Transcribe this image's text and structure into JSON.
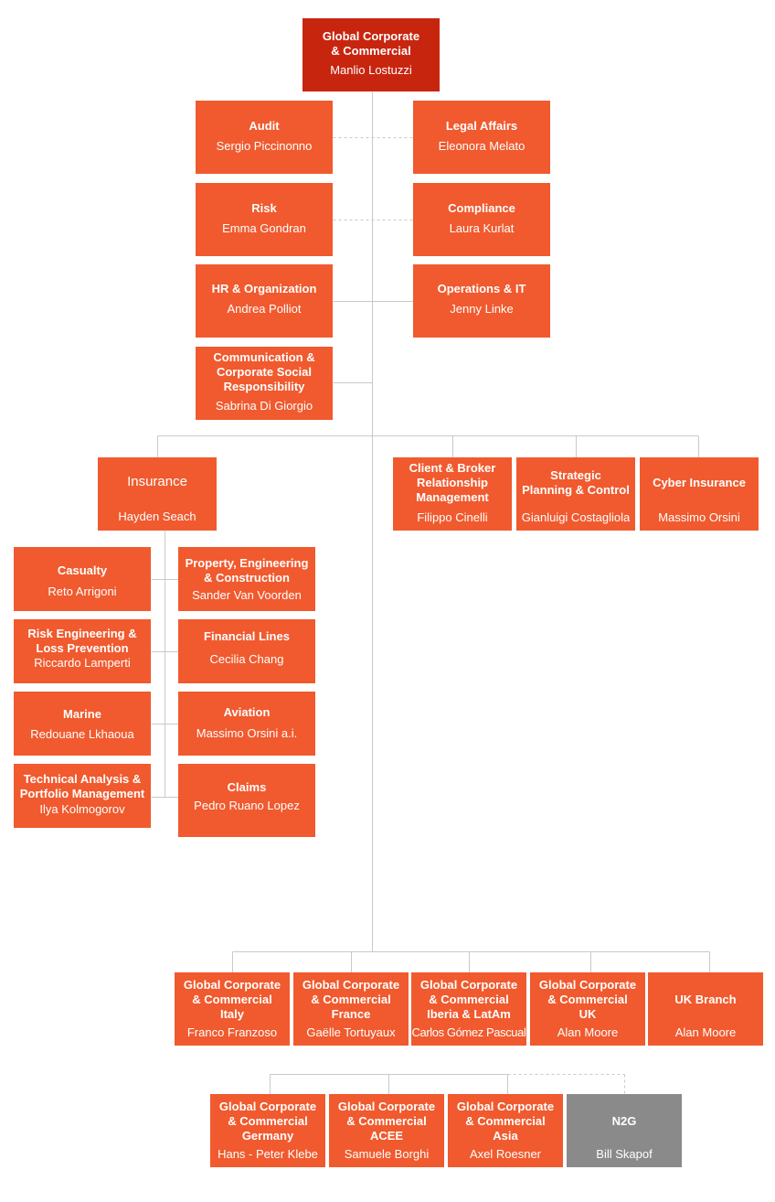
{
  "colors": {
    "box": "#f05a2e",
    "root": "#c8250f",
    "grey": "#8a8a8a",
    "line": "#c9c9c9"
  },
  "root": {
    "title": "Global Corporate\n& Commercial",
    "name": "Manlio Lostuzzi"
  },
  "staff": [
    {
      "id": "audit",
      "title": "Audit",
      "name": "Sergio Piccinonno"
    },
    {
      "id": "legal-affairs",
      "title": "Legal Affairs",
      "name": "Eleonora Melato"
    },
    {
      "id": "risk",
      "title": "Risk",
      "name": "Emma Gondran"
    },
    {
      "id": "compliance",
      "title": "Compliance",
      "name": "Laura Kurlat"
    },
    {
      "id": "hr-organization",
      "title": "HR & Organization",
      "name": "Andrea Polliot"
    },
    {
      "id": "operations-it",
      "title": "Operations & IT",
      "name": "Jenny Linke"
    },
    {
      "id": "communication-csr",
      "title": "Communication &\nCorporate Social\nResponsibility",
      "name": "Sabrina Di Giorgio"
    }
  ],
  "insurance": {
    "title": "Insurance",
    "name": "Hayden Seach"
  },
  "business_units": [
    {
      "id": "client-broker",
      "title": "Client & Broker\nRelationship\nManagement",
      "name": "Filippo Cinelli"
    },
    {
      "id": "strategic-planning",
      "title": "Strategic\nPlanning & Control",
      "name": "Gianluigi Costagliola"
    },
    {
      "id": "cyber-insurance",
      "title": "Cyber Insurance",
      "name": "Massimo Orsini"
    }
  ],
  "insurance_lines": [
    {
      "id": "casualty",
      "title": "Casualty",
      "name": "Reto Arrigoni"
    },
    {
      "id": "property-engineering",
      "title": "Property, Engineering\n& Construction",
      "name": "Sander Van Voorden"
    },
    {
      "id": "risk-engineering",
      "title": "Risk Engineering &\nLoss Prevention",
      "name": "Riccardo Lamperti"
    },
    {
      "id": "financial-lines",
      "title": "Financial Lines",
      "name": "Cecilia Chang"
    },
    {
      "id": "marine",
      "title": "Marine",
      "name": "Redouane Lkhaoua"
    },
    {
      "id": "aviation",
      "title": "Aviation",
      "name": "Massimo Orsini a.i."
    },
    {
      "id": "technical-analysis",
      "title": "Technical Analysis &\nPortfolio Management",
      "name": "Ilya Kolmogorov"
    },
    {
      "id": "claims",
      "title": "Claims",
      "name": "Pedro Ruano Lopez"
    }
  ],
  "regions_row1": [
    {
      "id": "gcc-italy",
      "title": "Global Corporate\n& Commercial\nItaly",
      "name": "Franco Franzoso"
    },
    {
      "id": "gcc-france",
      "title": "Global Corporate\n& Commercial\nFrance",
      "name": "Gaëlle Tortuyaux"
    },
    {
      "id": "gcc-iberia-latam",
      "title": "Global Corporate\n& Commercial\nIberia & LatAm",
      "name": "Carlos Gómez Pascual"
    },
    {
      "id": "gcc-uk",
      "title": "Global Corporate\n& Commercial\nUK",
      "name": "Alan Moore"
    },
    {
      "id": "uk-branch",
      "title": "UK Branch",
      "name": "Alan Moore"
    }
  ],
  "regions_row2": [
    {
      "id": "gcc-germany",
      "title": "Global Corporate\n& Commercial\nGermany",
      "name": "Hans - Peter Klebe"
    },
    {
      "id": "gcc-acee",
      "title": "Global Corporate\n& Commercial\nACEE",
      "name": "Samuele Borghi"
    },
    {
      "id": "gcc-asia",
      "title": "Global Corporate\n& Commercial\nAsia",
      "name": "Axel Roesner"
    },
    {
      "id": "n2g",
      "title": "N2G",
      "name": "Bill Skapof"
    }
  ]
}
